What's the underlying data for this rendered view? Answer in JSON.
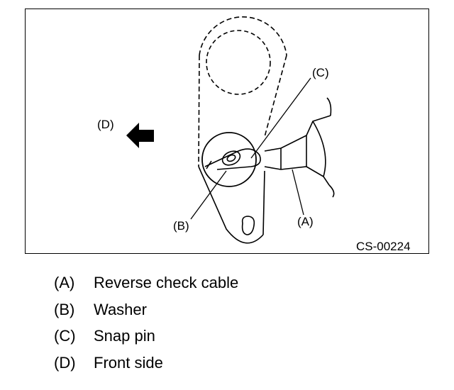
{
  "diagram": {
    "code": "CS-00224",
    "callouts": {
      "a": "(A)",
      "b": "(B)",
      "c": "(C)",
      "d": "(D)"
    }
  },
  "legend": [
    {
      "key": "(A)",
      "text": "Reverse check cable"
    },
    {
      "key": "(B)",
      "text": "Washer"
    },
    {
      "key": "(C)",
      "text": "Snap pin"
    },
    {
      "key": "(D)",
      "text": "Front side"
    }
  ]
}
